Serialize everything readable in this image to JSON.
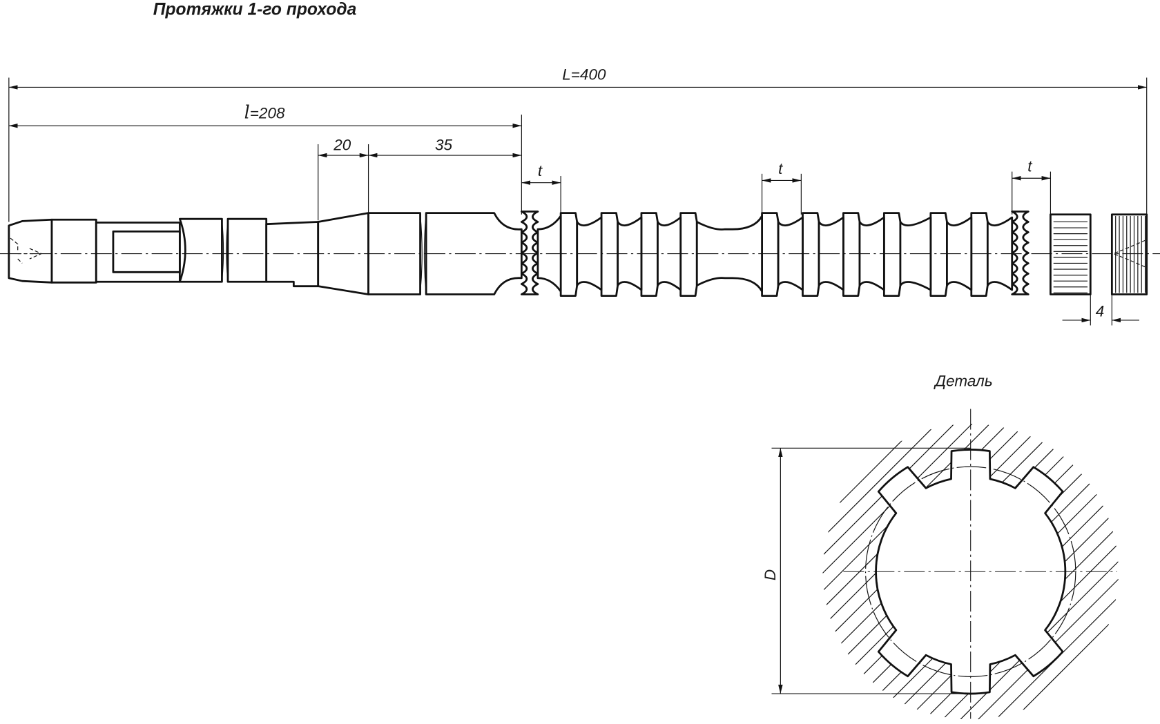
{
  "title": "Протяжки 1-го прохода",
  "broach": {
    "dim_total": "L=400",
    "dim_l_prefix": "l",
    "dim_l_value": "=208",
    "dim_20": "20",
    "dim_35": "35",
    "dim_t": "t",
    "dim_4": "4"
  },
  "detail": {
    "label": "Деталь",
    "dim_D": "D",
    "spline_count": 6
  }
}
